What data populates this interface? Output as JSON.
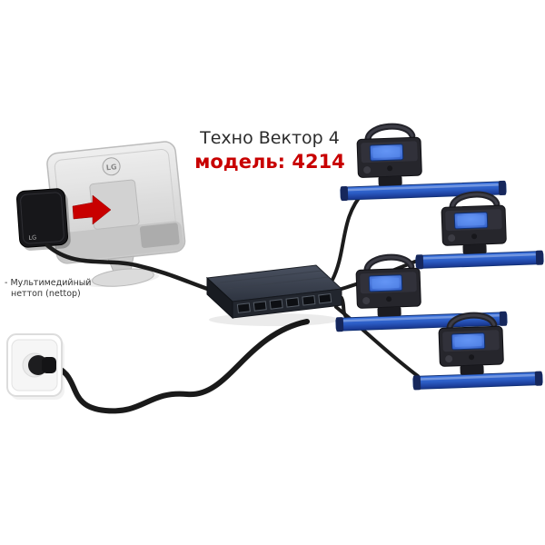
{
  "title": {
    "product": "Техно Вектор 4",
    "model": "модель: 4214"
  },
  "labels": {
    "nettop_line1": "- Мультимедийный",
    "nettop_line2": "неттоп (nettop)"
  },
  "logos": {
    "monitor": "LG",
    "nettop": "LG"
  },
  "colors": {
    "accent_red": "#c80000",
    "target_bar_blue": "#2b5cc4",
    "sensor_screen_blue": "#4a7fe0",
    "cable_black": "#1c1c1c",
    "switch_dark": "#2e3440",
    "monitor_gray": "#d6d6d6",
    "outlet_white": "#ffffff"
  }
}
